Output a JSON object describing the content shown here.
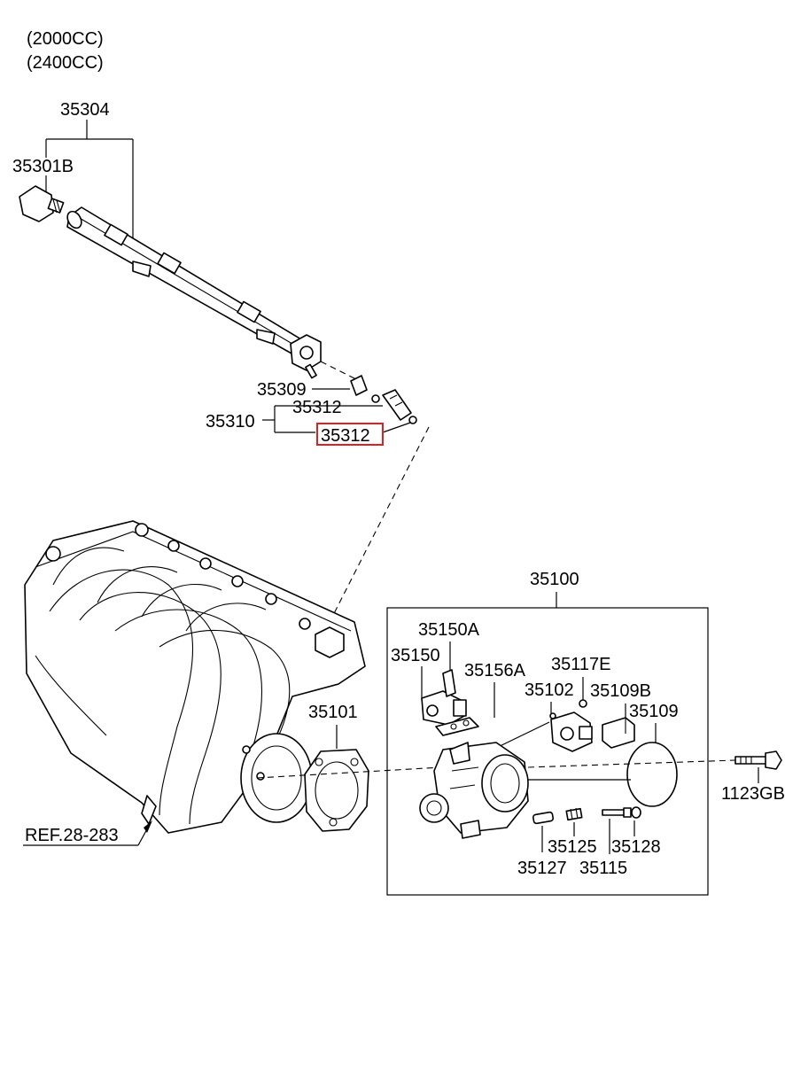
{
  "engine_variants": [
    "(2000CC)",
    "(2400CC)"
  ],
  "parts": {
    "fuel_rail_assembly": "35304",
    "fuel_pressure_fitting": "35301B",
    "fuel_rail_bracket": "35309",
    "fuel_injector_assembly": "35310",
    "o_ring_upper": "35312",
    "o_ring_lower_highlighted": "35312",
    "throttle_body_assembly": "35100",
    "idle_speed_actuator_screw": "35150A",
    "idle_speed_actuator": "35150",
    "actuator_gasket": "35156A",
    "sensor_screw": "35117E",
    "throttle_position_sensor": "35102",
    "sensor_connector": "35109B",
    "cover": "35109",
    "throttle_body_gasket": "35101",
    "bolt": "1123GB",
    "spring": "35125",
    "cap": "35127",
    "adjust_screw": "35115",
    "nut": "35128"
  },
  "reference": "REF.28-283",
  "colors": {
    "highlight": "#e02020",
    "line": "#000000"
  }
}
